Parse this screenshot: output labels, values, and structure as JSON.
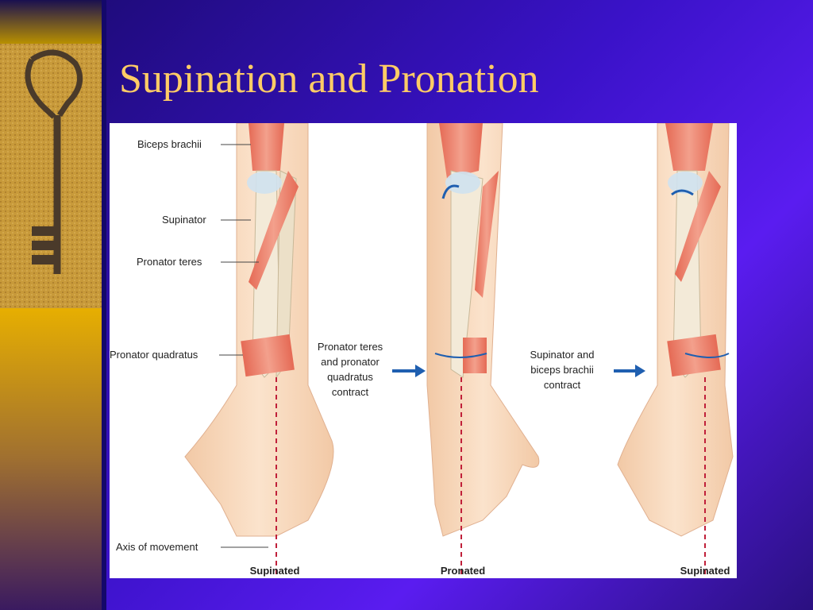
{
  "slide": {
    "title": "Supination and Pronation"
  },
  "colors": {
    "title": "#ffcc66",
    "arrow": "#1f5fb0",
    "axis": "#c0203a",
    "muscle": "#e8806c",
    "skin": "#f6d3b0"
  },
  "diagram": {
    "labels": {
      "biceps": "Biceps brachii",
      "supinator": "Supinator",
      "pronator_teres": "Pronator teres",
      "pronator_quadratus": "Pronator quadratus",
      "axis": "Axis of movement"
    },
    "step1": [
      "Pronator teres",
      "and pronator",
      "quadratus",
      "contract"
    ],
    "step2": [
      "Supinator and",
      "biceps brachii",
      "contract"
    ],
    "captions": [
      "Supinated",
      "Pronated",
      "Supinated"
    ]
  }
}
